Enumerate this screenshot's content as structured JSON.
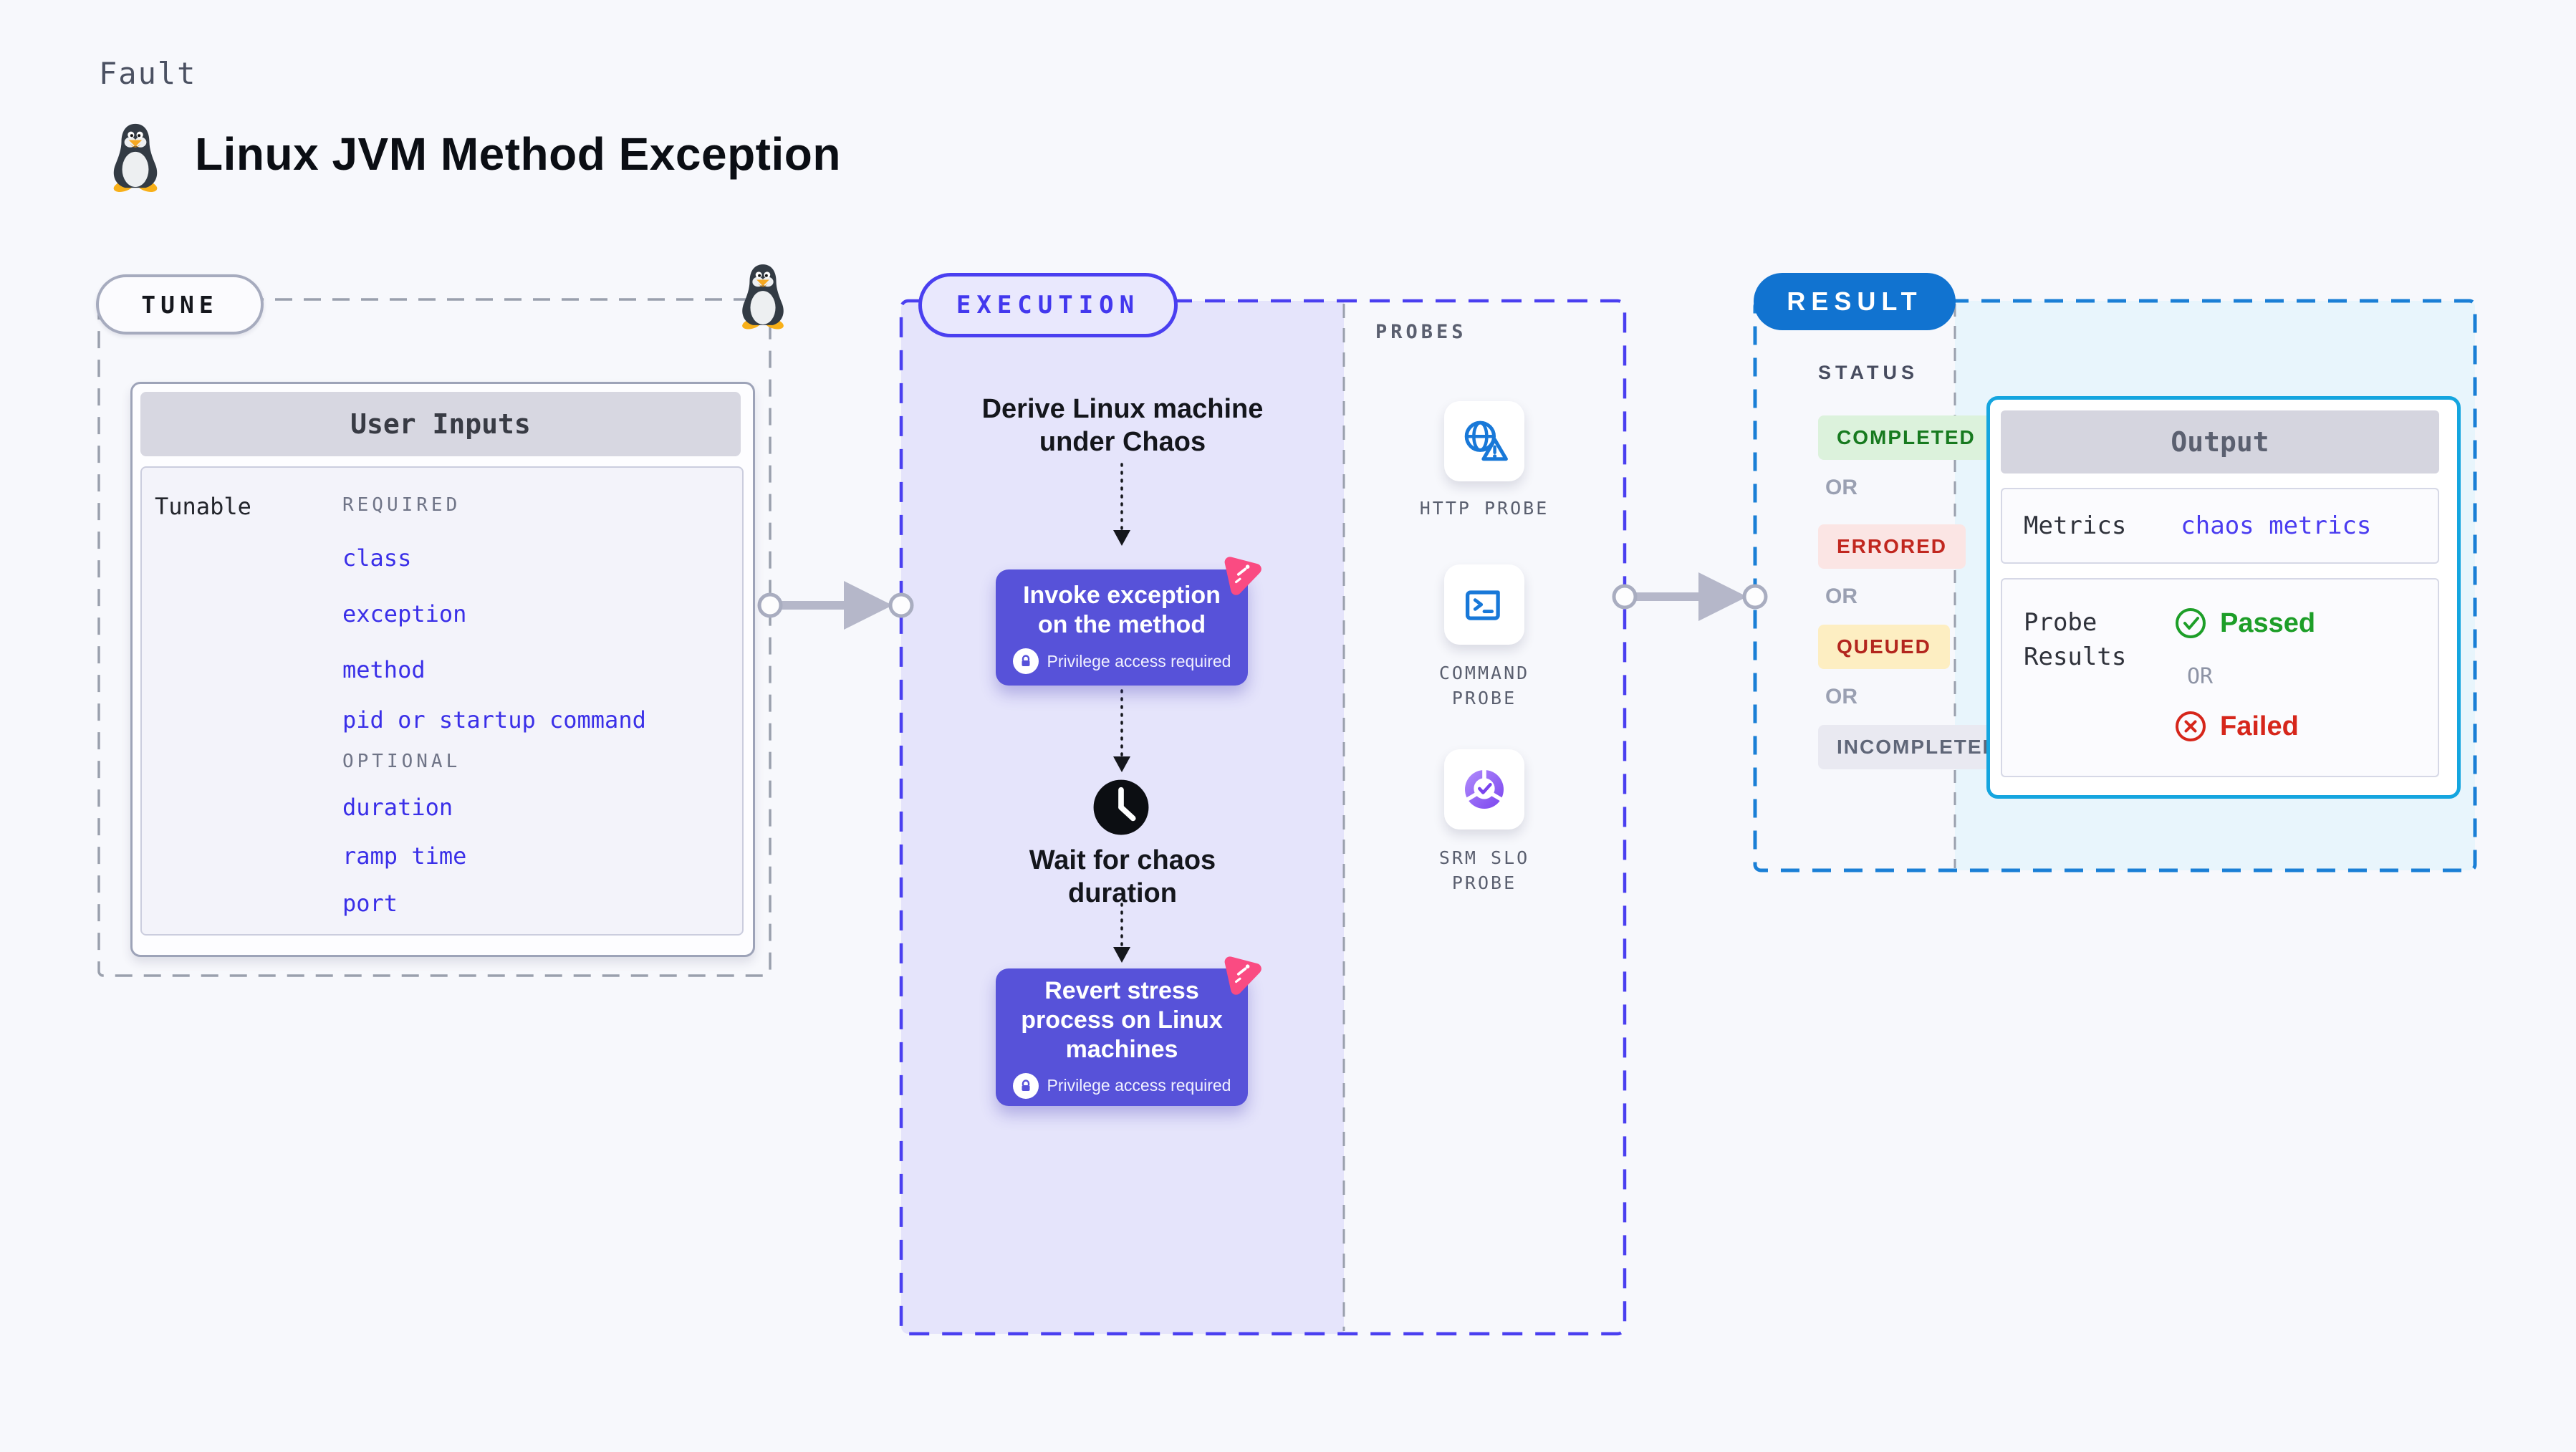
{
  "header": {
    "eyebrow": "Fault",
    "title": "Linux JVM Method Exception"
  },
  "tune": {
    "badge": "TUNE",
    "card_title": "User Inputs",
    "row_label": "Tunable",
    "required_label": "REQUIRED",
    "required_items": [
      "class",
      "exception",
      "method",
      "pid or startup command"
    ],
    "optional_label": "OPTIONAL",
    "optional_items": [
      "duration",
      "ramp time",
      "port"
    ]
  },
  "execution": {
    "badge": "EXECUTION",
    "derive_lines": [
      "Derive Linux machine",
      "under Chaos"
    ],
    "invoke_lines": [
      "Invoke exception",
      "on the method"
    ],
    "wait_lines": [
      "Wait for chaos",
      "duration"
    ],
    "revert_lines": [
      "Revert stress",
      "process on Linux",
      "machines"
    ],
    "privilege_note": "Privilege access required"
  },
  "probes": {
    "label": "PROBES",
    "items": [
      {
        "icon": "globe-alert-icon",
        "lines": [
          "HTTP PROBE",
          ""
        ]
      },
      {
        "icon": "terminal-icon",
        "lines": [
          "COMMAND",
          "PROBE"
        ]
      },
      {
        "icon": "slo-pie-icon",
        "lines": [
          "SRM SLO",
          "PROBE"
        ]
      }
    ]
  },
  "result": {
    "badge": "RESULT",
    "status_label": "STATUS",
    "or_label": "OR",
    "statuses": [
      {
        "label": "COMPLETED",
        "fg": "#177a1f",
        "bg": "#dcf2dc"
      },
      {
        "label": "ERRORED",
        "fg": "#c1271f",
        "bg": "#fbe5e4"
      },
      {
        "label": "QUEUED",
        "fg": "#b3261e",
        "bg": "#fdeec2"
      },
      {
        "label": "INCOMPLETED",
        "fg": "#5f6678",
        "bg": "#e9e9f1"
      }
    ],
    "output": {
      "title": "Output",
      "metrics_label": "Metrics",
      "metrics_value": "chaos metrics",
      "probe_label_lines": [
        "Probe",
        "Results"
      ],
      "passed_label": "Passed",
      "or_label": "OR",
      "failed_label": "Failed"
    }
  },
  "colors": {
    "page_bg": "#f7f8fc",
    "execution_panel": "#e5e4fb",
    "execution_accent": "#4a3ff0",
    "action_box": "#5752d9",
    "chaos_pink": "#fa4b82",
    "probe_blue": "#1878d8",
    "srm_purple": "#7a44ee",
    "result_badge_blue": "#1173d0",
    "result_dashed_blue": "#1a7fd6",
    "output_border_cyan": "#14a5df",
    "result_panel_cyan": "#e8f5fc",
    "link_blue": "#3a2fe8",
    "passed_green": "#1d9e28",
    "failed_red": "#d6261b"
  }
}
